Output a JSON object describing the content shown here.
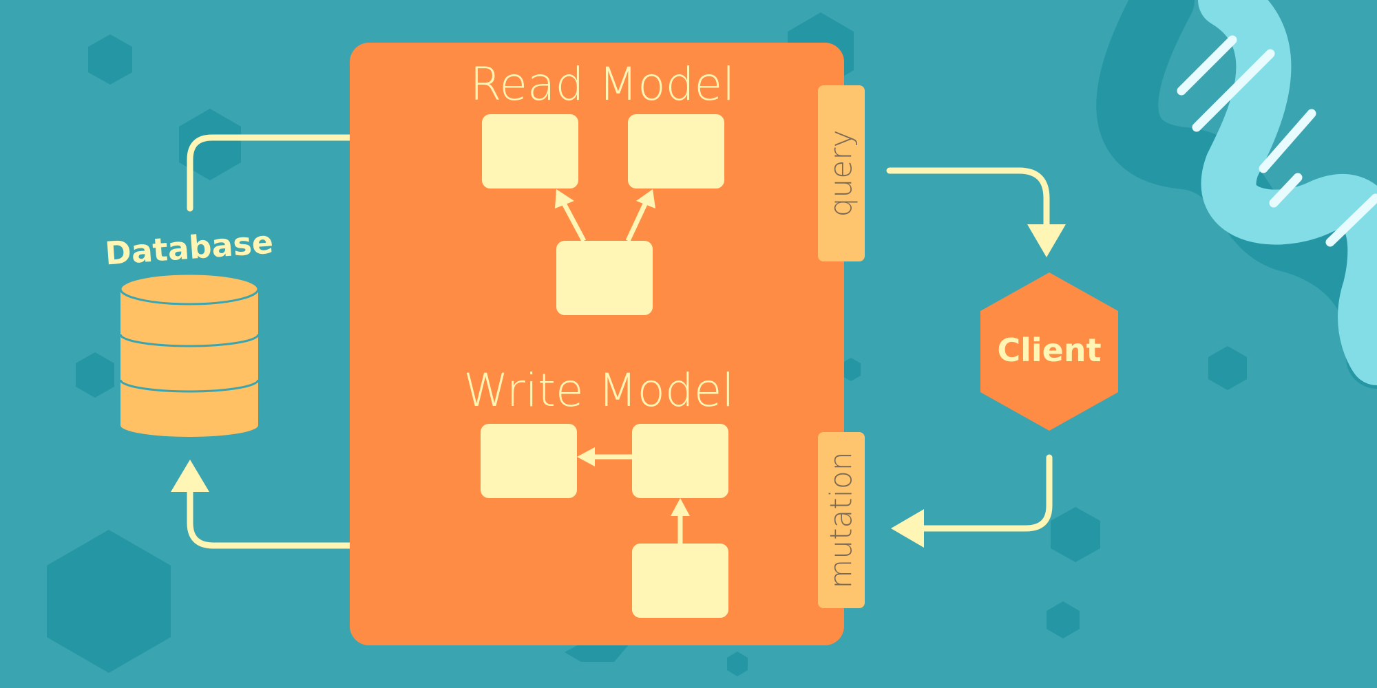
{
  "colors": {
    "background": "#3aa4b0",
    "hexagon_dark": "#2596a4",
    "panel_orange": "#ff8c45",
    "tab_yellow": "#ffc56e",
    "box_cream": "#fff5b4",
    "arrow_cream": "#fff5b4",
    "db_yellow": "#ffc164",
    "helix_light": "#82dde6",
    "helix_dark": "#2596a4"
  },
  "diagram": {
    "database_label": "Database",
    "read_model_title": "Read Model",
    "write_model_title": "Write Model",
    "query_tab_label": "query",
    "mutation_tab_label": "mutation",
    "client_label": "Client"
  },
  "icons": {
    "database": "database-cylinder-icon",
    "decoration": "dna-helix-icon"
  }
}
